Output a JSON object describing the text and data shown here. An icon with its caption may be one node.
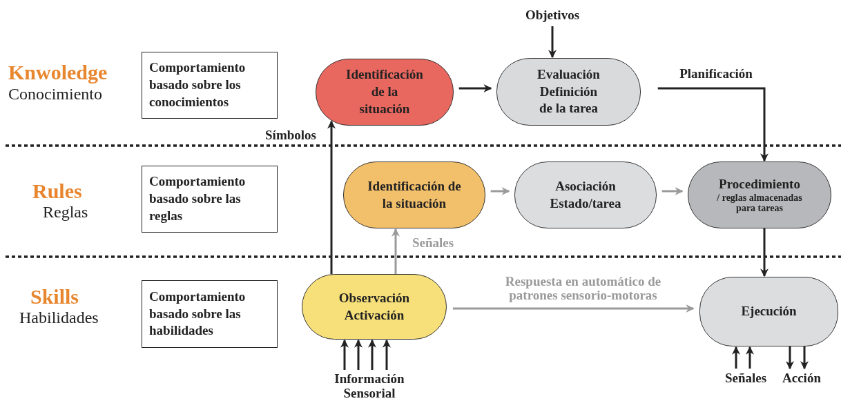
{
  "diagram": {
    "nodes": [
      {
        "text": [
          "Comportamiento basado sobre los conocimientos"
        ]
      },
      {
        "text": [
          "Identificación de la situación"
        ]
      },
      {
        "text": [
          "Evaluación Definición de la tarea"
        ]
      },
      {
        "text": [
          "Comportamiento basado sobre las reglas"
        ]
      },
      {
        "text": [
          "Identificación de la situación"
        ]
      },
      {
        "text": [
          "Asociación Estado/tarea"
        ]
      },
      {
        "text": [
          "Procedimiento",
          "/ reglas almacenadas para tareas"
        ]
      },
      {
        "text": [
          "Comportamiento basado sobre las habilidades"
        ]
      },
      {
        "text": [
          "Observación Activación"
        ]
      },
      {
        "text": [
          "Ejecución"
        ]
      },
      {
        "text": [
          "Objetivos"
        ]
      },
      {
        "text": [
          "Información Sensorial"
        ]
      },
      {
        "text": [
          "Señales"
        ]
      },
      {
        "text": [
          "Acción"
        ]
      }
    ],
    "edges": [
      {
        "from": 10,
        "to": 2,
        "arrow": "to"
      },
      {
        "from": 1,
        "to": 2,
        "arrow": "to"
      },
      {
        "from": 2,
        "to": 6,
        "arrow": "to",
        "label": "Planificación"
      },
      {
        "from": 8,
        "to": 1,
        "arrow": "to",
        "label": "Símbolos"
      },
      {
        "from": 8,
        "to": 4,
        "arrow": "to",
        "label": "Señales",
        "color": "#9a9a9a"
      },
      {
        "from": 4,
        "to": 5,
        "arrow": "to",
        "color": "#9a9a9a"
      },
      {
        "from": 5,
        "to": 6,
        "arrow": "to",
        "color": "#9a9a9a"
      },
      {
        "from": 6,
        "to": 9,
        "arrow": "to"
      },
      {
        "from": 8,
        "to": 9,
        "arrow": "to",
        "label": "Respuesta en automático de patrones sensorio-motoras",
        "color": "#9a9a9a"
      },
      {
        "from": 11,
        "to": 8,
        "arrow": "to"
      },
      {
        "from": 11,
        "to": 8,
        "arrow": "to"
      },
      {
        "from": 11,
        "to": 8,
        "arrow": "to"
      },
      {
        "from": 11,
        "to": 8,
        "arrow": "to"
      },
      {
        "from": 12,
        "to": 9,
        "arrow": "to"
      },
      {
        "from": 12,
        "to": 9,
        "arrow": "to"
      },
      {
        "from": 9,
        "to": 13,
        "arrow": "to"
      },
      {
        "from": 9,
        "to": 13,
        "arrow": "to"
      }
    ],
    "labels": [
      "Knwoledge",
      "Conocimiento",
      "Rules",
      "Reglas",
      "Skills",
      "Habilidades"
    ]
  }
}
